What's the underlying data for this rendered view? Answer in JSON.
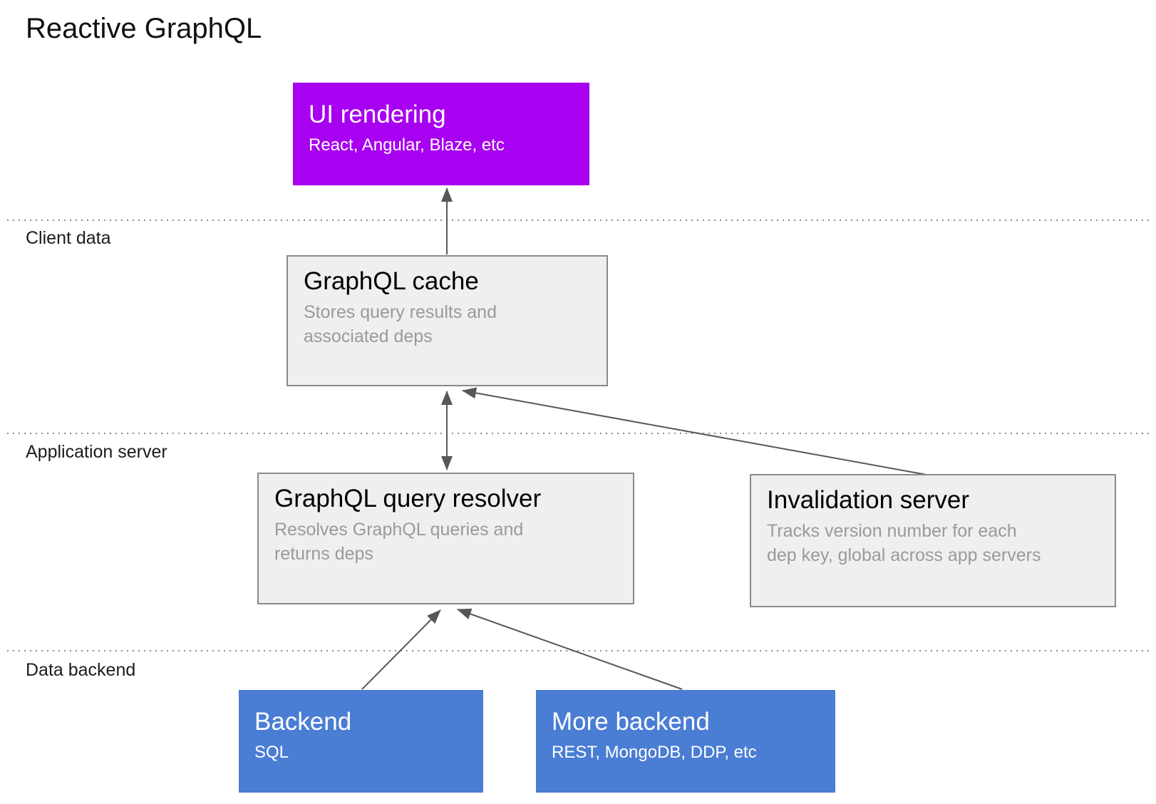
{
  "page": {
    "title": "Reactive GraphQL"
  },
  "lanes": [
    {
      "label": "Client data"
    },
    {
      "label": "Application server"
    },
    {
      "label": "Data backend"
    }
  ],
  "nodes": {
    "ui_rendering": {
      "title": "UI rendering",
      "subtitle": "React, Angular, Blaze, etc",
      "fill": "#A800F0",
      "text_color": "#FFFFFF"
    },
    "graphql_cache": {
      "title": "GraphQL cache",
      "subtitle": "Stores query results and\nassociated deps",
      "fill": "#EFEFEF",
      "title_color": "#000000",
      "subtitle_color": "#9A9A9A"
    },
    "query_resolver": {
      "title": "GraphQL query resolver",
      "subtitle": "Resolves GraphQL queries and\nreturns deps",
      "fill": "#EFEFEF",
      "title_color": "#000000",
      "subtitle_color": "#9A9A9A"
    },
    "invalidation_server": {
      "title": "Invalidation server",
      "subtitle": "Tracks version number for each\ndep key, global across app servers",
      "fill": "#EFEFEF",
      "title_color": "#000000",
      "subtitle_color": "#9A9A9A"
    },
    "backend": {
      "title": "Backend",
      "subtitle": "SQL",
      "fill": "#4A7DD4",
      "text_color": "#FFFFFF"
    },
    "more_backend": {
      "title": "More backend",
      "subtitle": "REST, MongoDB, DDP, etc",
      "fill": "#4A7DD4",
      "text_color": "#FFFFFF"
    }
  },
  "edges": [
    {
      "from": "graphql_cache",
      "to": "ui_rendering",
      "style": "arrow-up"
    },
    {
      "from": "graphql_cache",
      "to": "query_resolver",
      "style": "double-arrow"
    },
    {
      "from": "invalidation_server",
      "to": "graphql_cache",
      "style": "arrow"
    },
    {
      "from": "backend",
      "to": "query_resolver",
      "style": "arrow"
    },
    {
      "from": "more_backend",
      "to": "query_resolver",
      "style": "arrow"
    }
  ],
  "colors": {
    "node_purple": "#A800F0",
    "node_blue": "#4A7DD4",
    "node_gray_fill": "#EFEFEF",
    "node_gray_border": "#8A8A8A",
    "arrow": "#575757",
    "divider_dots": "#8A8A8A",
    "subtitle_gray": "#9A9A9A"
  }
}
